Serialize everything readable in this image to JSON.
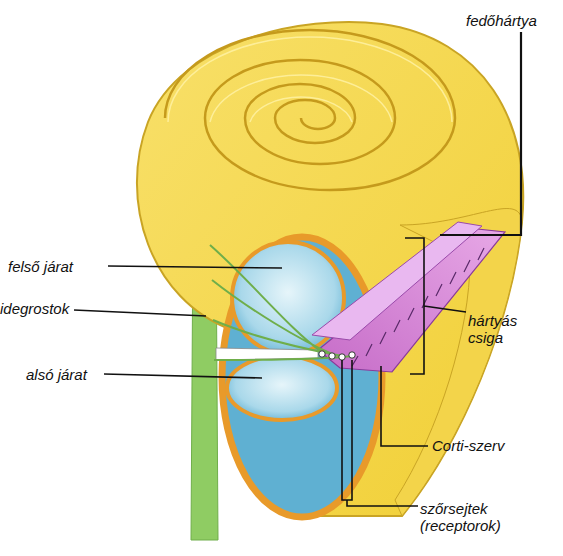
{
  "diagram": {
    "labels": [
      "fedőhártya",
      "felső járat",
      "idegrostok",
      "alsó járat",
      "hártyás csiga",
      "Corti-szerv",
      "szőrsejtek (receptorok)"
    ]
  }
}
